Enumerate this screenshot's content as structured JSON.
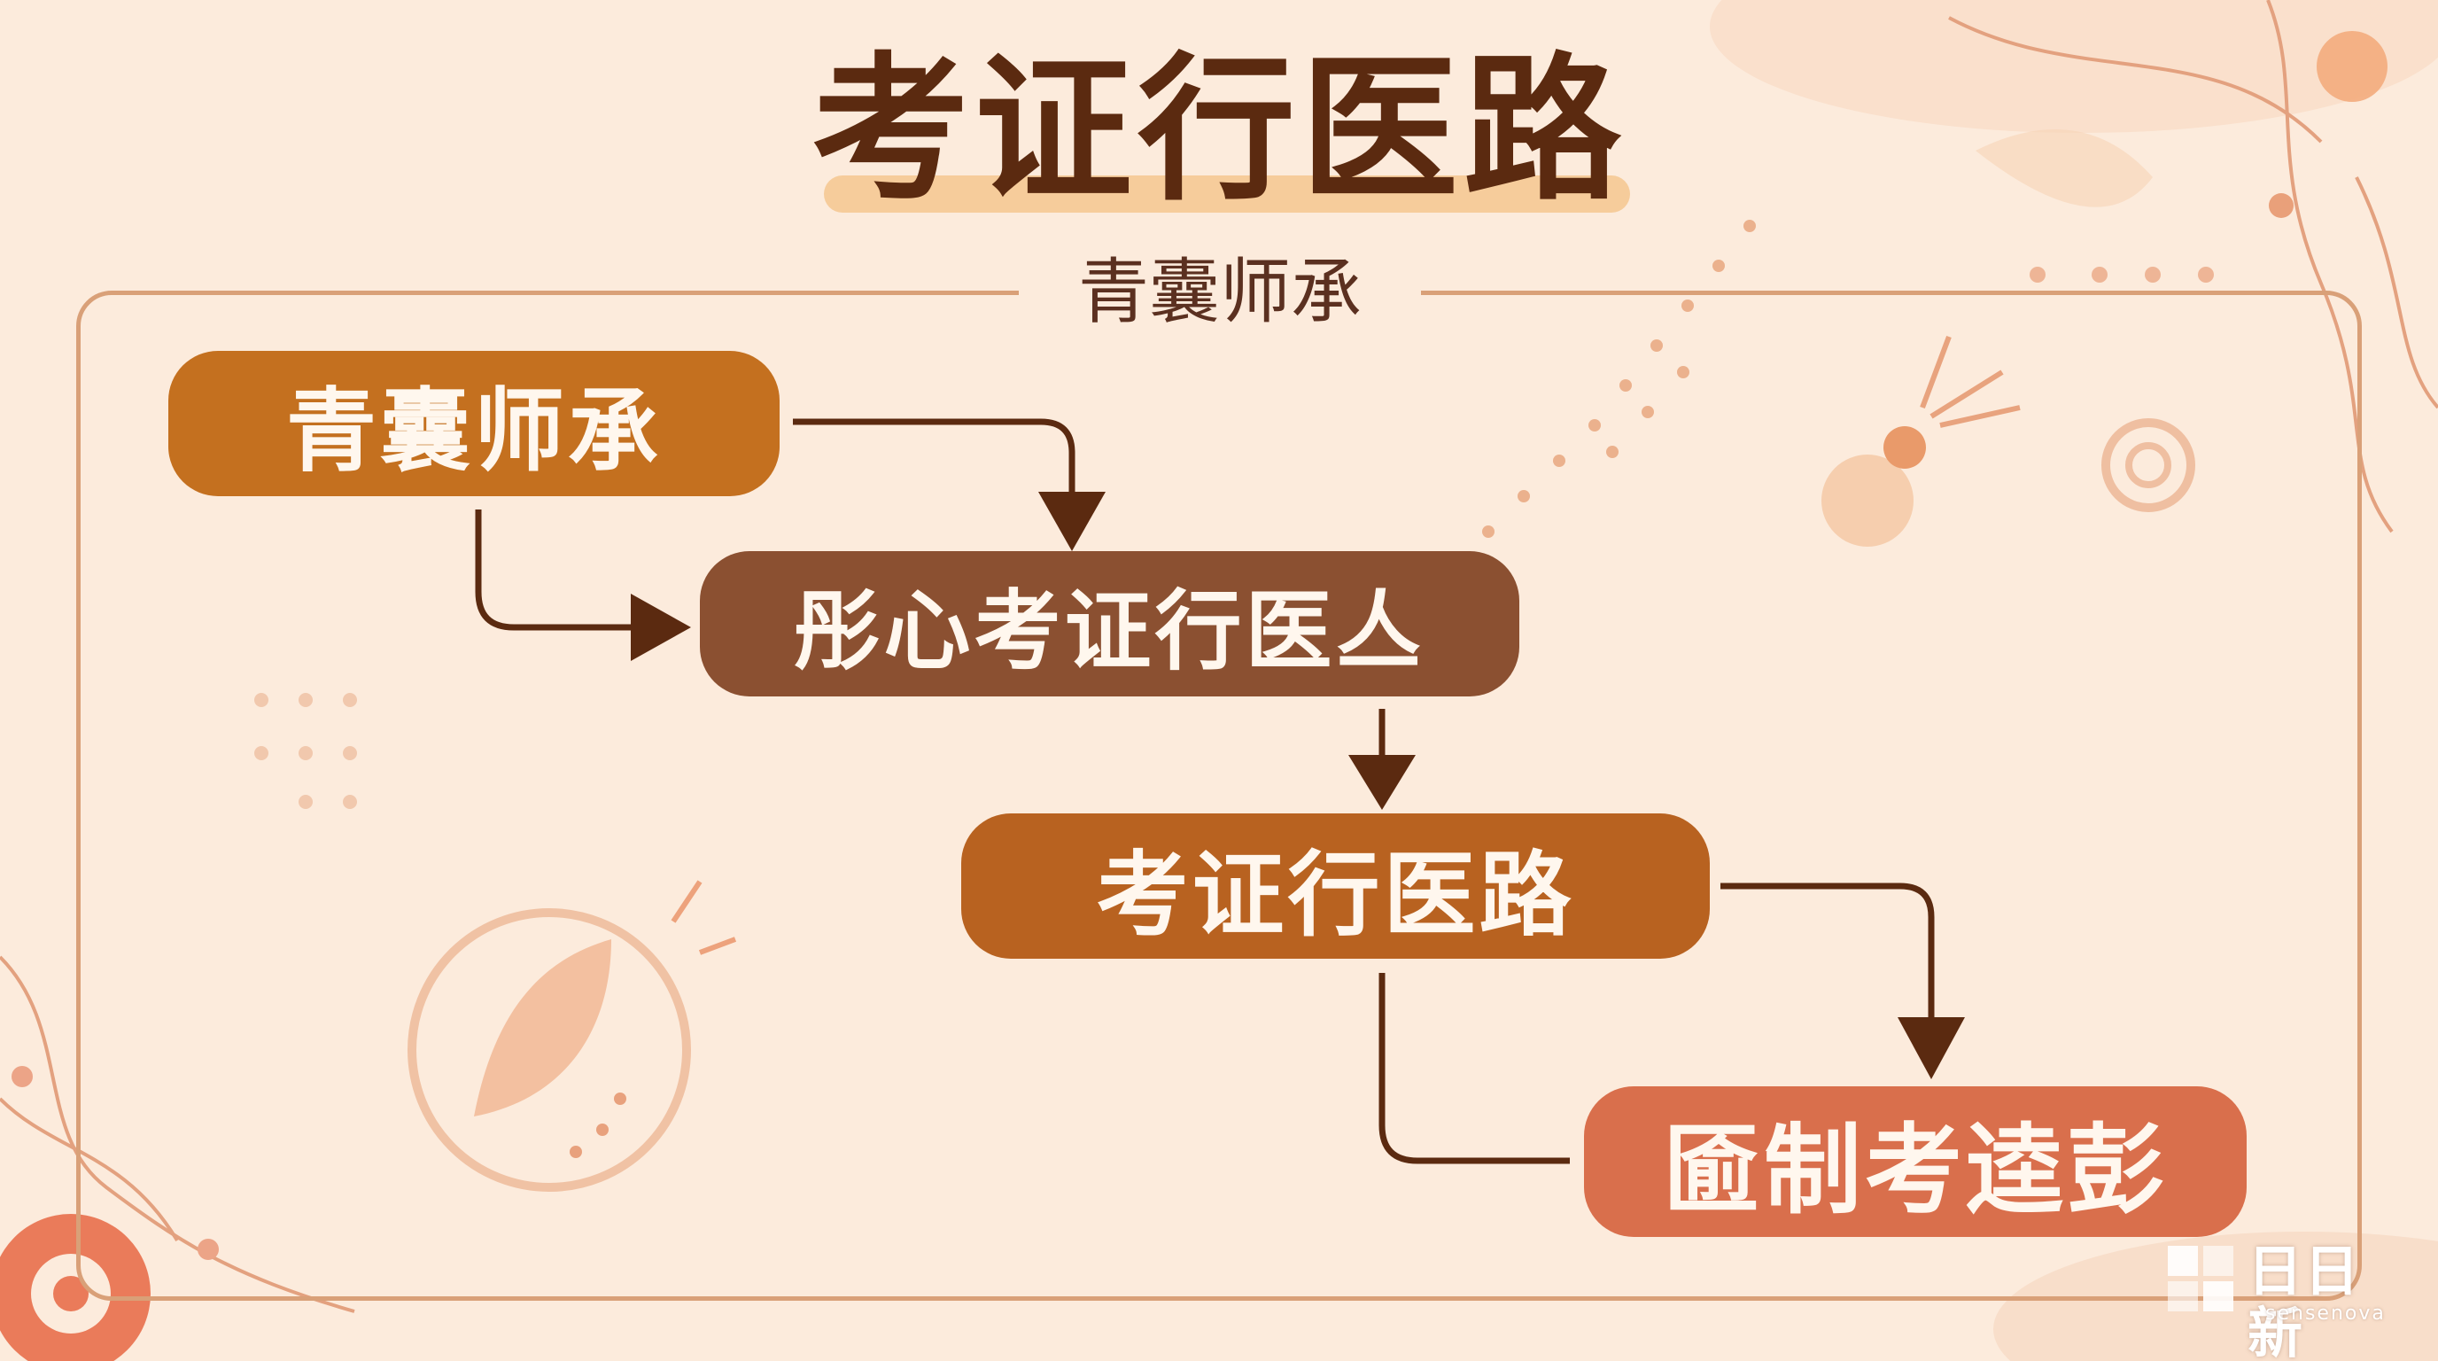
{
  "title": "考证行医路",
  "subtitle": "青囊师承",
  "nodes": [
    {
      "label": "青囊师承",
      "color": "#c4701f"
    },
    {
      "label": "彤心考证行医亼",
      "color": "#8b5031"
    },
    {
      "label": "考证行医路",
      "color": "#b86220"
    },
    {
      "label": "匬制考逵彭",
      "color": "#d96f4c"
    }
  ],
  "colors": {
    "background": "#fcebdc",
    "title": "#5b2a10",
    "arrow": "#5b2a10",
    "frame": "#d9a078"
  },
  "watermark": {
    "name": "日日新",
    "sub": "sensenova"
  }
}
